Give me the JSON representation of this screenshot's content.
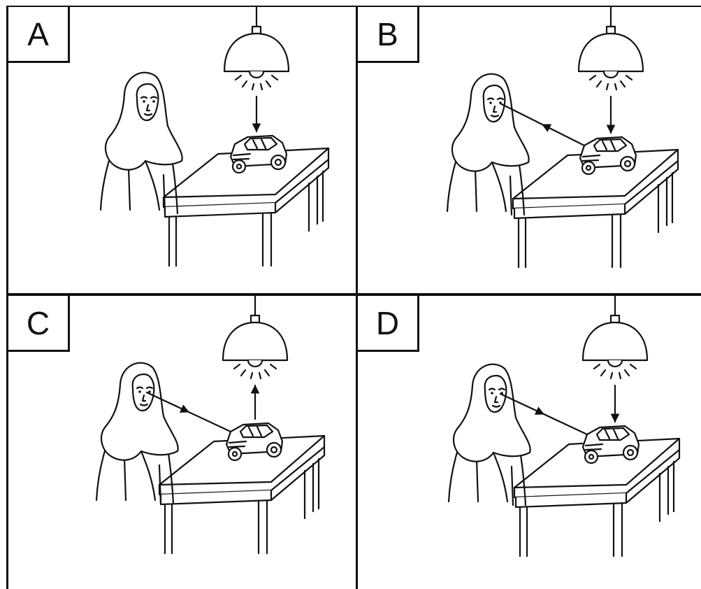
{
  "panels": [
    {
      "label": "A",
      "light_ray": "lamp-to-car",
      "eye_ray": "none"
    },
    {
      "label": "B",
      "light_ray": "lamp-to-car",
      "eye_ray": "car-to-eye"
    },
    {
      "label": "C",
      "light_ray": "car-to-lamp",
      "eye_ray": "eye-to-car"
    },
    {
      "label": "D",
      "light_ray": "lamp-to-car",
      "eye_ray": "eye-to-car"
    }
  ],
  "colors": {
    "ink": "#111111",
    "paper": "#ffffff"
  }
}
